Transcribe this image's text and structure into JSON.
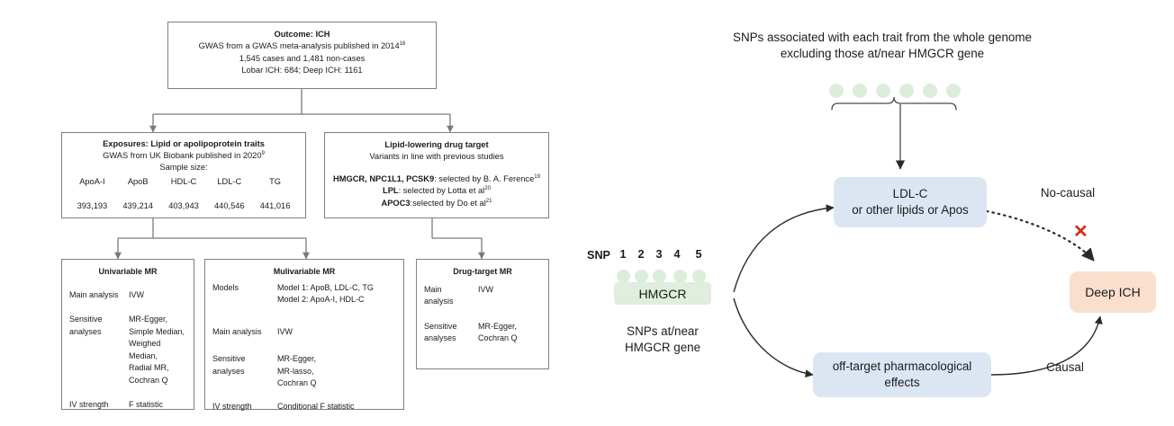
{
  "left_flowchart": {
    "outcome_box": {
      "title": "Outcome: ICH",
      "line1_pre": "GWAS from a GWAS meta-analysis published in 2014",
      "line1_sup": "16",
      "line2": "1,545 cases and 1,481 non-cases",
      "line3": "Lobar ICH: 684; Deep ICH: 1161"
    },
    "exposures_box": {
      "title": "Exposures: Lipid or apolipoprotein traits",
      "subtitle_pre": "GWAS from UK Biobank published in 2020",
      "subtitle_sup": "9",
      "sample_label": "Sample size:",
      "traits": [
        "ApoA-I",
        "ApoB",
        "HDL-C",
        "LDL-C",
        "TG"
      ],
      "sample_sizes": [
        "393,193",
        "439,214",
        "403,943",
        "440,546",
        "441,016"
      ]
    },
    "drug_target_box": {
      "title": "Lipid-lowering  drug target",
      "subtitle": "Variants in line with previous studies",
      "rows": [
        {
          "genes": "HMGCR, NPC1L1, PCSK9",
          "text": ": selected by B. A. Ference",
          "sup": "19"
        },
        {
          "genes": "LPL",
          "text": ": selected by Lotta et al",
          "sup": "20"
        },
        {
          "genes": "APOC3",
          "text": ":selected by Do et al",
          "sup": "21"
        }
      ]
    },
    "univariable_box": {
      "title": "Univariable MR",
      "rows": [
        {
          "key": "Main analysis",
          "value": "IVW"
        },
        {
          "key": "Sensitive\nanalyses",
          "value": "MR-Egger,\nSimple Median,\nWeighed Median,\nRadial MR,\nCochran Q"
        },
        {
          "key": "IV strength",
          "value": "F statistic"
        }
      ]
    },
    "multivariable_box": {
      "title": "Mulivariable MR",
      "rows": [
        {
          "key": "Models",
          "value": "Model 1: ApoB, LDL-C, TG\nModel 2: ApoA-I, HDL-C"
        },
        {
          "key": "Main analysis",
          "value": "IVW"
        },
        {
          "key": "Sensitive\nanalyses",
          "value": "MR-Egger,\nMR-lasso,\nCochran Q"
        },
        {
          "key": "IV strength",
          "value": "Conditional F statistic"
        }
      ]
    },
    "drug_target_mr_box": {
      "title": "Drug-target MR",
      "rows": [
        {
          "key": "Main\nanalysis",
          "value": "IVW"
        },
        {
          "key": "Sensitive\nanalyses",
          "value": "MR-Egger,\nCochran Q"
        }
      ]
    }
  },
  "right_panel": {
    "header_line1": "SNPs associated with each trait from the whole genome",
    "header_line2": "excluding those at/near HMGCR gene",
    "genome_dot_count": 6,
    "snp_label": "SNP",
    "snp_numbers": [
      "1",
      "2",
      "3",
      "4",
      "5"
    ],
    "hmgcr_label": "HMGCR",
    "snp_caption_line1": "SNPs at/near",
    "snp_caption_line2": "HMGCR gene",
    "ldl_box_line1": "LDL-C",
    "ldl_box_line2": "or other lipids or Apos",
    "offtarget_box_line1": "off-target pharmacological",
    "offtarget_box_line2": "effects",
    "outcome_box_label": "Deep ICH",
    "no_causal_label": "No-causal",
    "causal_label": "Causal",
    "x_marker": "✕",
    "colors": {
      "lipid_box": "#dce6f3",
      "outcome_box": "#fbdfcd",
      "gene_green": "#dceedb",
      "x_red": "#d62b1f",
      "line": "#3f3f3f"
    }
  }
}
